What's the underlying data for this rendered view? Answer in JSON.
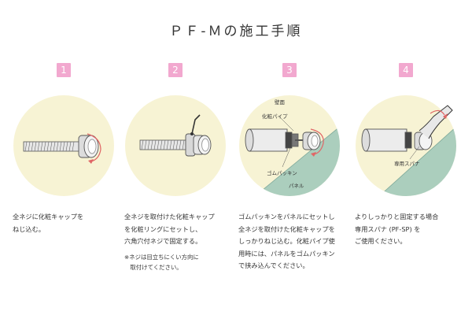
{
  "title": "ＰＦ-Ｍの施工手順",
  "steps": [
    {
      "number": "1",
      "text": "全ネジに化粧キャップを\nねじ込む。"
    },
    {
      "number": "2",
      "text": "全ネジを取付けた化粧キャップ\nを化粧リングにセットし、\n六角穴付ネジで固定する。",
      "note": "※ネジは目立ちにくい方向に\n　取付けてください。"
    },
    {
      "number": "3",
      "text": "ゴムパッキンをパネルにセットし\n全ネジを取付けた化粧キャップを\nしっかりねじ込む。化粧パイプ使\n用時には、パネルをゴムパッキン\nで挟み込んでください。",
      "labels": {
        "wall": "壁面",
        "pipe": "化粧パイプ",
        "gasket": "ゴムパッキン",
        "panel": "パネル"
      }
    },
    {
      "number": "4",
      "text": "よりしっかりと固定する場合\n専用スパナ (PF-SP) を\nご使用ください。",
      "labels": {
        "spanner": "専用スパナ"
      }
    }
  ],
  "colors": {
    "badge": "#f2a8cf",
    "circle_bg": "#f7f3d4",
    "glass": "#9ec7b8",
    "arrow": "#e06666"
  }
}
